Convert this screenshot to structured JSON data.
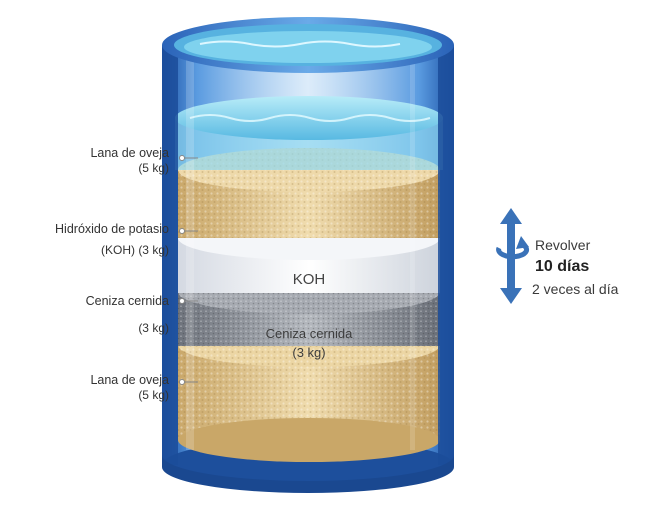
{
  "labels": {
    "wool_top": {
      "name": "Lana de oveja",
      "amount": "(5 kg)"
    },
    "koh": {
      "name": "Hidróxido de potasio",
      "amount": "(KOH) (3 kg)"
    },
    "ash": {
      "name": "Ceniza cernida",
      "amount": "(3 kg)"
    },
    "wool_bottom": {
      "name": "Lana de oveja",
      "amount": "(5 kg)"
    }
  },
  "in_layer": {
    "koh": "KOH",
    "ash_name": "Ceniza cernida",
    "ash_amount": "(3 kg)"
  },
  "stir": {
    "action": "Revolver",
    "duration": "10 días",
    "frequency": "2 veces al día"
  },
  "colors": {
    "barrel_blue": "#2f6fc4",
    "water": "#7fd2ee",
    "wool": "#e8cf9a",
    "koh": "#f3f5f8",
    "ash": "#9a9ea6",
    "arrow": "#3a72b8"
  }
}
